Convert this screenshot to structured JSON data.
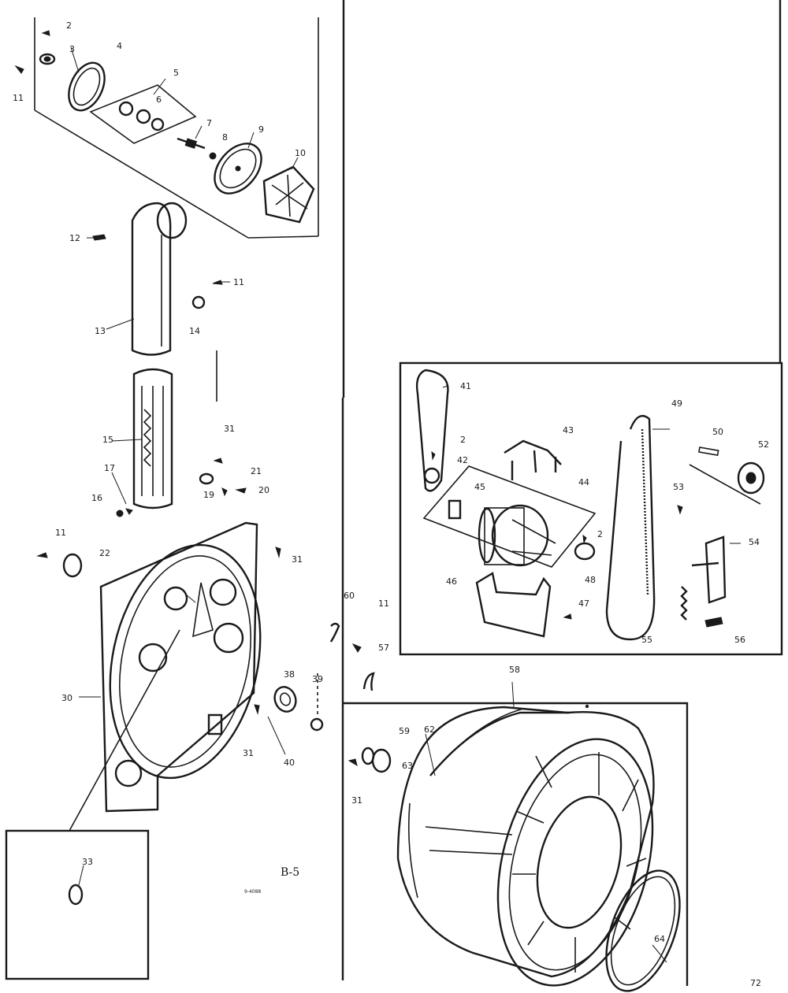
{
  "diagram": {
    "page_label": "B-5",
    "page_code": "9-4088",
    "corner_mark": "72"
  },
  "labels": {
    "p2_top": "2",
    "p3": "3",
    "p4": "4",
    "p11_top": "11",
    "p5": "5",
    "p6": "6",
    "p7": "7",
    "p8": "8",
    "p9": "9",
    "p10": "10",
    "p12": "12",
    "p11_mid": "11",
    "p13": "13",
    "p14": "14",
    "p15": "15",
    "p31_a": "31",
    "p21": "21",
    "p20": "20",
    "p19": "19",
    "p17": "17",
    "p16": "16",
    "p11_left": "11",
    "p22": "22",
    "p31_b": "31",
    "p30": "30",
    "p31_c": "31",
    "p40": "40",
    "p38": "38",
    "p39": "39",
    "p60": "60",
    "p11_right": "11",
    "p57": "57",
    "p33": "33",
    "p41": "41",
    "p2_belt": "2",
    "p42": "42",
    "p43": "43",
    "p49": "49",
    "p50": "50",
    "p52": "52",
    "p44": "44",
    "p45": "45",
    "p53": "53",
    "p2_motor": "2",
    "p54": "54",
    "p48": "48",
    "p46": "46",
    "p47": "47",
    "p55": "55",
    "p56": "56",
    "p58": "58",
    "p59": "59",
    "p62": "62",
    "p63": "63",
    "p31_d": "31",
    "p64": "64"
  }
}
